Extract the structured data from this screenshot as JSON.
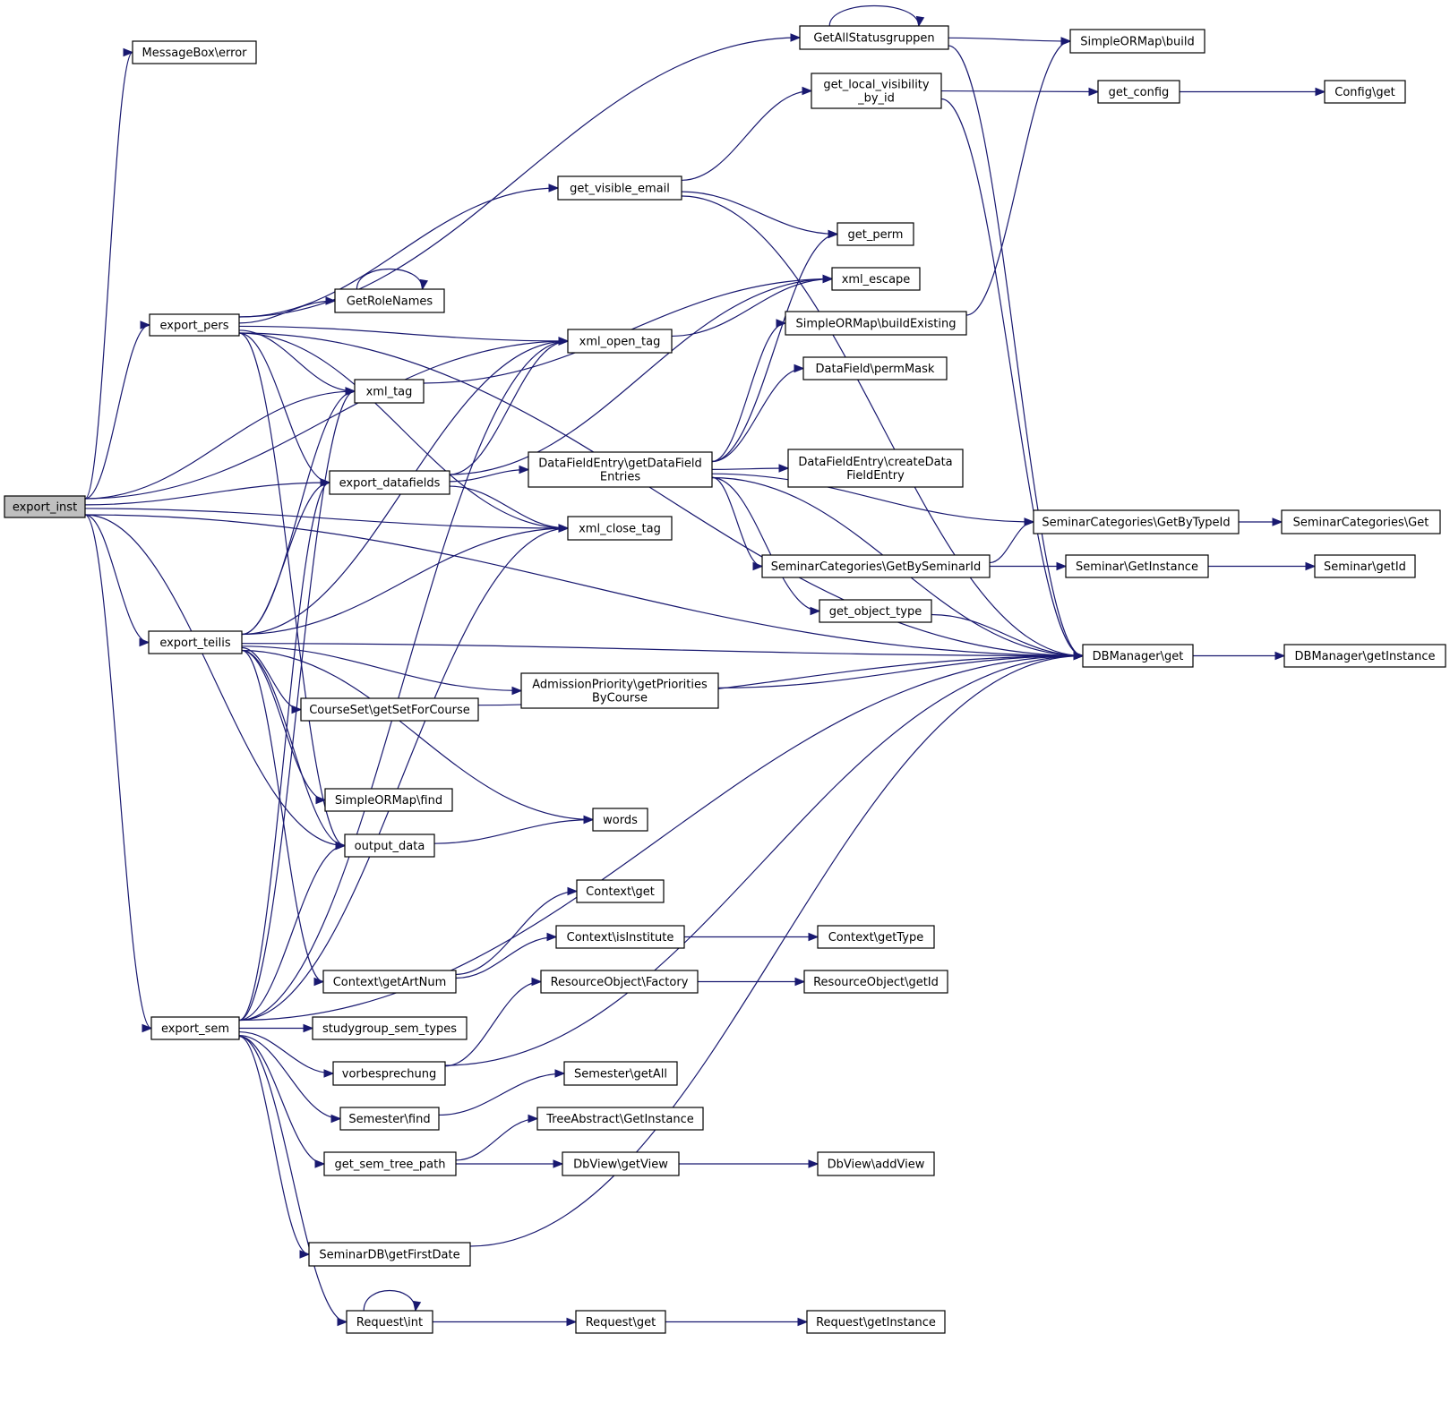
{
  "diagram": {
    "edge_color": "#191970",
    "root_fill": "#bfbfbf",
    "nodes": [
      {
        "id": "export_inst",
        "lines": [
          "export_inst"
        ],
        "root": true
      },
      {
        "id": "mb_error",
        "lines": [
          "MessageBox\\error"
        ]
      },
      {
        "id": "export_pers",
        "lines": [
          "export_pers"
        ]
      },
      {
        "id": "export_teilis",
        "lines": [
          "export_teilis"
        ]
      },
      {
        "id": "export_sem",
        "lines": [
          "export_sem"
        ]
      },
      {
        "id": "GetAllStatusgruppen",
        "lines": [
          "GetAllStatusgruppen"
        ]
      },
      {
        "id": "get_local_visibility",
        "lines": [
          "get_local_visibility",
          "_by_id"
        ]
      },
      {
        "id": "get_visible_email",
        "lines": [
          "get_visible_email"
        ]
      },
      {
        "id": "GetRoleNames",
        "lines": [
          "GetRoleNames"
        ]
      },
      {
        "id": "xml_open_tag",
        "lines": [
          "xml_open_tag"
        ]
      },
      {
        "id": "xml_tag",
        "lines": [
          "xml_tag"
        ]
      },
      {
        "id": "export_datafields",
        "lines": [
          "export_datafields"
        ]
      },
      {
        "id": "xml_close_tag",
        "lines": [
          "xml_close_tag"
        ]
      },
      {
        "id": "dfe_getDataFieldEntries",
        "lines": [
          "DataFieldEntry\\getDataField",
          "Entries"
        ]
      },
      {
        "id": "get_perm",
        "lines": [
          "get_perm"
        ]
      },
      {
        "id": "xml_escape",
        "lines": [
          "xml_escape"
        ]
      },
      {
        "id": "sorm_buildExisting",
        "lines": [
          "SimpleORMap\\buildExisting"
        ]
      },
      {
        "id": "df_permMask",
        "lines": [
          "DataField\\permMask"
        ]
      },
      {
        "id": "dfe_createDataFieldEntry",
        "lines": [
          "DataFieldEntry\\createData",
          "FieldEntry"
        ]
      },
      {
        "id": "sc_GetBySeminarId",
        "lines": [
          "SeminarCategories\\GetBySeminarId"
        ]
      },
      {
        "id": "get_object_type",
        "lines": [
          "get_object_type"
        ]
      },
      {
        "id": "sorm_build",
        "lines": [
          "SimpleORMap\\build"
        ]
      },
      {
        "id": "get_config",
        "lines": [
          "get_config"
        ]
      },
      {
        "id": "config_get",
        "lines": [
          "Config\\get"
        ]
      },
      {
        "id": "sc_GetByTypeId",
        "lines": [
          "SeminarCategories\\GetByTypeId"
        ]
      },
      {
        "id": "sc_Get",
        "lines": [
          "SeminarCategories\\Get"
        ]
      },
      {
        "id": "seminar_GetInstance",
        "lines": [
          "Seminar\\GetInstance"
        ]
      },
      {
        "id": "seminar_getId",
        "lines": [
          "Seminar\\getId"
        ]
      },
      {
        "id": "dbm_get",
        "lines": [
          "DBManager\\get"
        ]
      },
      {
        "id": "dbm_getInstance",
        "lines": [
          "DBManager\\getInstance"
        ]
      },
      {
        "id": "ap_getPrioritiesByCourse",
        "lines": [
          "AdmissionPriority\\getPriorities",
          "ByCourse"
        ]
      },
      {
        "id": "cs_getSetForCourse",
        "lines": [
          "CourseSet\\getSetForCourse"
        ]
      },
      {
        "id": "sorm_find",
        "lines": [
          "SimpleORMap\\find"
        ]
      },
      {
        "id": "output_data",
        "lines": [
          "output_data"
        ]
      },
      {
        "id": "words",
        "lines": [
          "words"
        ]
      },
      {
        "id": "context_get",
        "lines": [
          "Context\\get"
        ]
      },
      {
        "id": "context_isInstitute",
        "lines": [
          "Context\\isInstitute"
        ]
      },
      {
        "id": "context_getType",
        "lines": [
          "Context\\getType"
        ]
      },
      {
        "id": "context_getArtNum",
        "lines": [
          "Context\\getArtNum"
        ]
      },
      {
        "id": "ro_Factory",
        "lines": [
          "ResourceObject\\Factory"
        ]
      },
      {
        "id": "ro_getId",
        "lines": [
          "ResourceObject\\getId"
        ]
      },
      {
        "id": "studygroup_sem_types",
        "lines": [
          "studygroup_sem_types"
        ]
      },
      {
        "id": "vorbesprechung",
        "lines": [
          "vorbesprechung"
        ]
      },
      {
        "id": "semester_getAll",
        "lines": [
          "Semester\\getAll"
        ]
      },
      {
        "id": "semester_find",
        "lines": [
          "Semester\\find"
        ]
      },
      {
        "id": "ta_GetInstance",
        "lines": [
          "TreeAbstract\\GetInstance"
        ]
      },
      {
        "id": "get_sem_tree_path",
        "lines": [
          "get_sem_tree_path"
        ]
      },
      {
        "id": "dbview_getView",
        "lines": [
          "DbView\\getView"
        ]
      },
      {
        "id": "dbview_addView",
        "lines": [
          "DbView\\addView"
        ]
      },
      {
        "id": "seminardb_getFirstDate",
        "lines": [
          "SeminarDB\\getFirstDate"
        ]
      },
      {
        "id": "request_int",
        "lines": [
          "Request\\int"
        ]
      },
      {
        "id": "request_get",
        "lines": [
          "Request\\get"
        ]
      },
      {
        "id": "request_getInstance",
        "lines": [
          "Request\\getInstance"
        ]
      }
    ],
    "edges": [
      [
        "export_inst",
        "mb_error"
      ],
      [
        "export_inst",
        "export_pers"
      ],
      [
        "export_inst",
        "xml_open_tag"
      ],
      [
        "export_inst",
        "xml_tag"
      ],
      [
        "export_inst",
        "export_datafields"
      ],
      [
        "export_inst",
        "xml_close_tag"
      ],
      [
        "export_inst",
        "export_teilis"
      ],
      [
        "export_inst",
        "output_data"
      ],
      [
        "export_inst",
        "export_sem"
      ],
      [
        "export_inst",
        "dbm_get"
      ],
      [
        "export_pers",
        "GetAllStatusgruppen"
      ],
      [
        "export_pers",
        "get_visible_email"
      ],
      [
        "export_pers",
        "GetRoleNames"
      ],
      [
        "export_pers",
        "xml_open_tag"
      ],
      [
        "export_pers",
        "xml_tag"
      ],
      [
        "export_pers",
        "export_datafields"
      ],
      [
        "export_pers",
        "xml_close_tag"
      ],
      [
        "export_pers",
        "output_data"
      ],
      [
        "export_pers",
        "dbm_get"
      ],
      [
        "export_teilis",
        "xml_tag"
      ],
      [
        "export_teilis",
        "xml_open_tag"
      ],
      [
        "export_teilis",
        "export_datafields"
      ],
      [
        "export_teilis",
        "xml_close_tag"
      ],
      [
        "export_teilis",
        "dbm_get"
      ],
      [
        "export_teilis",
        "ap_getPrioritiesByCourse"
      ],
      [
        "export_teilis",
        "cs_getSetForCourse"
      ],
      [
        "export_teilis",
        "words"
      ],
      [
        "export_teilis",
        "sorm_find"
      ],
      [
        "export_teilis",
        "output_data"
      ],
      [
        "export_teilis",
        "context_getArtNum"
      ],
      [
        "export_sem",
        "xml_tag"
      ],
      [
        "export_sem",
        "export_datafields"
      ],
      [
        "export_sem",
        "xml_open_tag"
      ],
      [
        "export_sem",
        "xml_close_tag"
      ],
      [
        "export_sem",
        "output_data"
      ],
      [
        "export_sem",
        "studygroup_sem_types"
      ],
      [
        "export_sem",
        "vorbesprechung"
      ],
      [
        "export_sem",
        "semester_find"
      ],
      [
        "export_sem",
        "get_sem_tree_path"
      ],
      [
        "export_sem",
        "dbm_get"
      ],
      [
        "export_sem",
        "seminardb_getFirstDate"
      ],
      [
        "export_sem",
        "request_int"
      ],
      [
        "GetAllStatusgruppen",
        "GetAllStatusgruppen"
      ],
      [
        "GetAllStatusgruppen",
        "sorm_build"
      ],
      [
        "GetAllStatusgruppen",
        "dbm_get"
      ],
      [
        "get_local_visibility",
        "get_config"
      ],
      [
        "get_local_visibility",
        "dbm_get"
      ],
      [
        "get_config",
        "config_get"
      ],
      [
        "get_visible_email",
        "get_local_visibility"
      ],
      [
        "get_visible_email",
        "get_perm"
      ],
      [
        "get_visible_email",
        "dbm_get"
      ],
      [
        "GetRoleNames",
        "GetRoleNames"
      ],
      [
        "xml_open_tag",
        "xml_escape"
      ],
      [
        "xml_tag",
        "xml_escape"
      ],
      [
        "export_datafields",
        "xml_open_tag"
      ],
      [
        "export_datafields",
        "xml_escape"
      ],
      [
        "export_datafields",
        "dfe_getDataFieldEntries"
      ],
      [
        "export_datafields",
        "xml_close_tag"
      ],
      [
        "dfe_getDataFieldEntries",
        "get_perm"
      ],
      [
        "dfe_getDataFieldEntries",
        "sorm_buildExisting"
      ],
      [
        "dfe_getDataFieldEntries",
        "df_permMask"
      ],
      [
        "dfe_getDataFieldEntries",
        "dfe_createDataFieldEntry"
      ],
      [
        "dfe_getDataFieldEntries",
        "dbm_get"
      ],
      [
        "dfe_getDataFieldEntries",
        "sc_GetByTypeId"
      ],
      [
        "dfe_getDataFieldEntries",
        "sc_GetBySeminarId"
      ],
      [
        "dfe_getDataFieldEntries",
        "get_object_type"
      ],
      [
        "sorm_buildExisting",
        "sorm_build"
      ],
      [
        "sc_GetBySeminarId",
        "sc_GetByTypeId"
      ],
      [
        "sc_GetBySeminarId",
        "seminar_GetInstance"
      ],
      [
        "sc_GetByTypeId",
        "sc_Get"
      ],
      [
        "seminar_GetInstance",
        "seminar_getId"
      ],
      [
        "get_object_type",
        "dbm_get"
      ],
      [
        "dbm_get",
        "dbm_getInstance"
      ],
      [
        "ap_getPrioritiesByCourse",
        "dbm_get"
      ],
      [
        "cs_getSetForCourse",
        "dbm_get"
      ],
      [
        "output_data",
        "words"
      ],
      [
        "context_getArtNum",
        "context_get"
      ],
      [
        "context_getArtNum",
        "context_isInstitute"
      ],
      [
        "context_isInstitute",
        "context_getType"
      ],
      [
        "vorbesprechung",
        "ro_Factory"
      ],
      [
        "vorbesprechung",
        "dbm_get"
      ],
      [
        "ro_Factory",
        "ro_getId"
      ],
      [
        "semester_find",
        "semester_getAll"
      ],
      [
        "get_sem_tree_path",
        "ta_GetInstance"
      ],
      [
        "get_sem_tree_path",
        "dbview_getView"
      ],
      [
        "dbview_getView",
        "dbview_addView"
      ],
      [
        "seminardb_getFirstDate",
        "dbm_get"
      ],
      [
        "request_int",
        "request_int"
      ],
      [
        "request_int",
        "request_get"
      ],
      [
        "request_get",
        "request_getInstance"
      ]
    ]
  }
}
